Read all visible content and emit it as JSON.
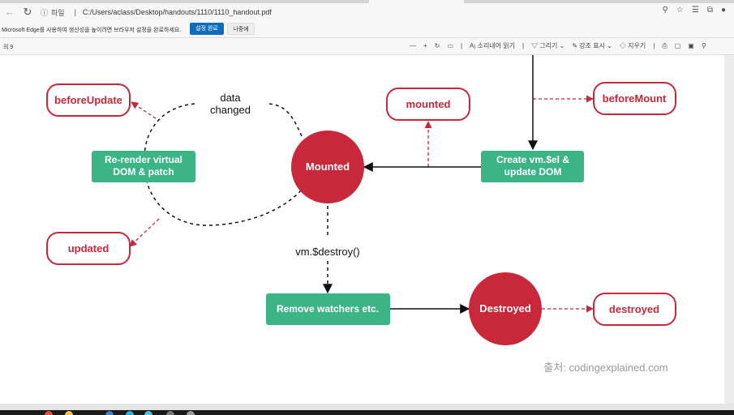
{
  "browser": {
    "file_label": "파일",
    "url": "C:/Users/aclass/Desktop/handouts/1110/1110_handout.pdf"
  },
  "infobar": {
    "message": "Microsoft Edge를 사용하여 생산성을 높이려면 브라우저 설정을 완료하세요.",
    "primary_button": "설정 완료",
    "secondary_button": "나중에"
  },
  "pdf_toolbar": {
    "page_indicator": "의 9",
    "read_aloud": "소리내어 읽기",
    "draw": "그리기",
    "highlight": "강조 표시",
    "erase": "지우기"
  },
  "diagram": {
    "hooks": {
      "beforeUpdate": "beforeUpdate",
      "mounted": "mounted",
      "beforeMount": "beforeMount",
      "updated": "updated",
      "destroyed": "destroyed"
    },
    "states": {
      "mounted": "Mounted",
      "destroyed": "Destroyed"
    },
    "actions": {
      "rerender_line1": "Re-render virtual",
      "rerender_line2": "DOM & patch",
      "create_line1": "Create vm.$el &",
      "create_line2": "update DOM",
      "remove_watchers": "Remove watchers etc."
    },
    "labels": {
      "data_changed_line1": "data",
      "data_changed_line2": "changed",
      "destroy_call": "vm.$destroy()"
    },
    "source_credit": "출처: codingexplained.com",
    "colors": {
      "hook": "#c8283a",
      "state_fill": "#c8283a",
      "action_fill": "#3cb586"
    }
  }
}
